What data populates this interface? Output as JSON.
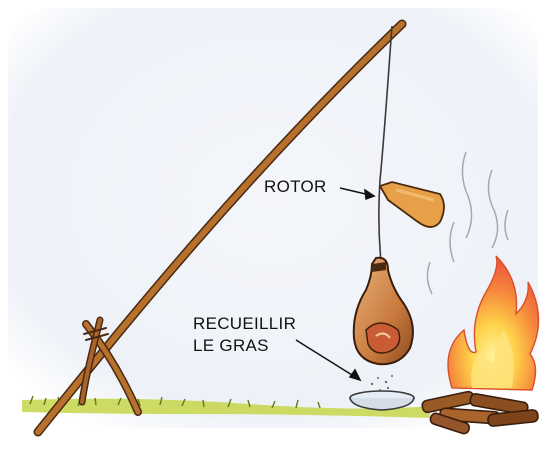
{
  "labels": {
    "rotor": "ROTOR",
    "collect_fat_line1": "RECUEILLIR",
    "collect_fat_line2": "LE GRAS"
  },
  "colors": {
    "wood": "#b8702d",
    "wood_outline": "#4a2a10",
    "grass": "#c6d64a",
    "meat": "#d99a5a",
    "rotor": "#e8a048",
    "flame_outer": "#f2713a",
    "flame_inner": "#ffd24a",
    "bowl": "#e6edf5",
    "background_wash": "#eef2f8"
  }
}
